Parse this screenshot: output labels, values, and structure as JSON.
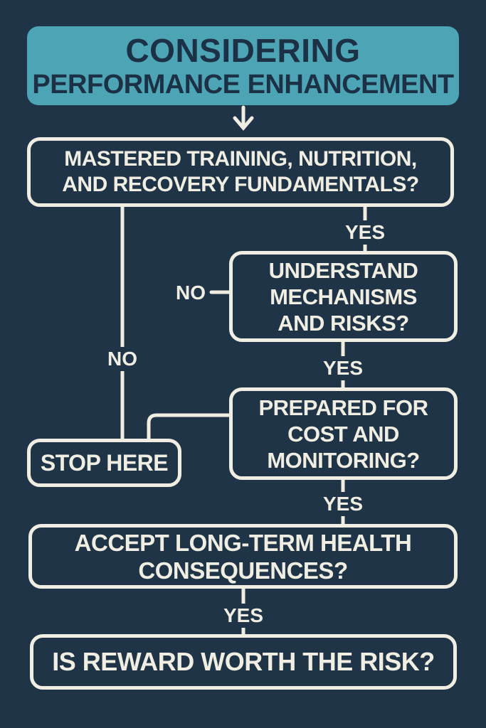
{
  "palette": {
    "background_navy": "#1f3447",
    "accent_teal": "#4da4b5",
    "line_cream": "#f0ede2",
    "header_text_navy": "#1c3145"
  },
  "flowchart": {
    "start": {
      "line1": "CONSIDERING",
      "line2": "PERFORMANCE ENHANCEMENT"
    },
    "q_fundamentals": {
      "line1": "MASTERED TRAINING, NUTRITION,",
      "line2": "AND RECOVERY FUNDAMENTALS?"
    },
    "q_mechanisms": {
      "line1": "UNDERSTAND",
      "line2": "MECHANISMS",
      "line3": "AND RISKS?"
    },
    "q_cost": {
      "line1": "PREPARED FOR",
      "line2": "COST AND",
      "line3": "MONITORING?"
    },
    "stop_node": {
      "label": "STOP HERE"
    },
    "q_consequences": {
      "line1": "ACCEPT LONG-TERM HEALTH",
      "line2": "CONSEQUENCES?"
    },
    "q_reward": {
      "label": "IS REWARD WORTH THE RISK?"
    },
    "edges": {
      "fundamentals_yes": "YES",
      "fundamentals_no": "NO",
      "mechanisms_no": "NO",
      "mechanisms_yes": "YES",
      "cost_yes": "YES",
      "consequences_yes": "YES"
    }
  }
}
